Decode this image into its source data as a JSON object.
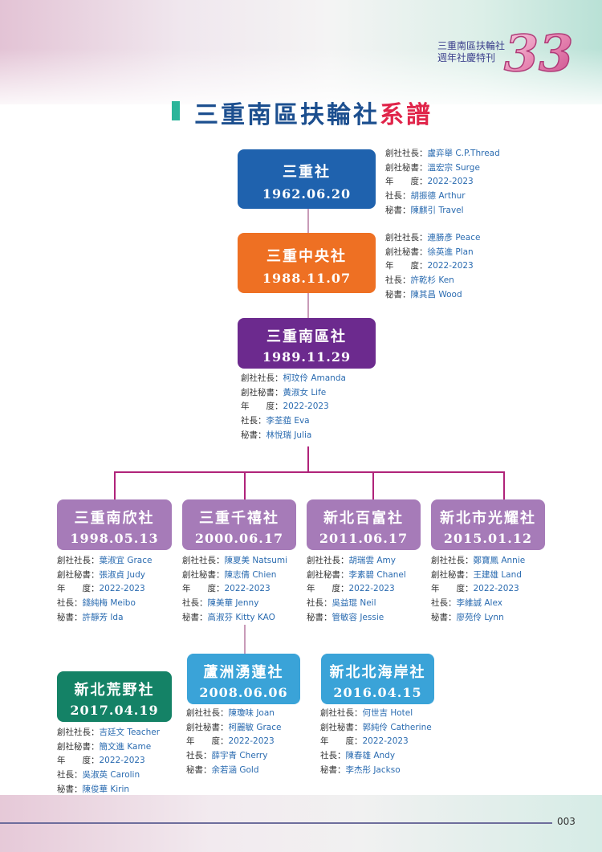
{
  "header": {
    "mag_line1": "三重南區扶輪社",
    "mag_line2": "週年社慶特刊",
    "anniversary": "33"
  },
  "title": {
    "main": "三重南區扶輪社",
    "accent": "系譜"
  },
  "labels": {
    "founder_pres": "創社社長：",
    "founder_sec": "創社秘書：",
    "year": "年　　度：",
    "pres": "社長：",
    "sec": "秘書："
  },
  "colors": {
    "sanchong": "#1f62ae",
    "central": "#ee7023",
    "south": "#6c2a8e",
    "child": "#a67bb8",
    "green": "#148266",
    "blue": "#3aa3d8"
  },
  "clubs": {
    "sanchong": {
      "name": "三重社",
      "date": "1962.06.20",
      "founder_pres": "盧弈舉 C.P.Thread",
      "founder_sec": "溫宏宗 Surge",
      "year": "2022-2023",
      "pres": "胡振德 Arthur",
      "sec": "陳麒引 Travel"
    },
    "central": {
      "name": "三重中央社",
      "date": "1988.11.07",
      "founder_pres": "連勝彥 Peace",
      "founder_sec": "徐英進 Plan",
      "year": "2022-2023",
      "pres": "許乾杉 Ken",
      "sec": "陳其昌 Wood"
    },
    "south": {
      "name": "三重南區社",
      "date": "1989.11.29",
      "founder_pres": "柯玟伶 Amanda",
      "founder_sec": "黃淑女 Life",
      "year": "2022-2023",
      "pres": "李荃莥 Eva",
      "sec": "林悅瑞 Julia"
    },
    "nanxin": {
      "name": "三重南欣社",
      "date": "1998.05.13",
      "founder_pres": "葉淑宜 Grace",
      "founder_sec": "張淑貞 Judy",
      "year": "2022-2023",
      "pres": "錢純梅 Meibo",
      "sec": "許靜芳 Ida"
    },
    "qianxi": {
      "name": "三重千禧社",
      "date": "2000.06.17",
      "founder_pres": "陳夏美 Natsumi",
      "founder_sec": "陳志倩 Chien",
      "year": "2022-2023",
      "pres": "陳美華 Jenny",
      "sec": "高淑芬 Kitty KAO"
    },
    "baifu": {
      "name": "新北百富社",
      "date": "2011.06.17",
      "founder_pres": "胡瑞雲 Amy",
      "founder_sec": "李素碧 Chanel",
      "year": "2022-2023",
      "pres": "吳益琨 Neil",
      "sec": "管敏容 Jessie"
    },
    "guangyao": {
      "name": "新北市光耀社",
      "date": "2015.01.12",
      "founder_pres": "鄭寶鳳 Annie",
      "founder_sec": "王建雄 Land",
      "year": "2022-2023",
      "pres": "李維誠 Alex",
      "sec": "廖苑伶 Lynn"
    },
    "huangye": {
      "name": "新北荒野社",
      "date": "2017.04.19",
      "founder_pres": "吉廷文 Teacher",
      "founder_sec": "簡文進 Kame",
      "year": "2022-2023",
      "pres": "吳淑英 Carolin",
      "sec": "陳俊華 Kirin"
    },
    "luzhou": {
      "name": "蘆洲湧蓮社",
      "date": "2008.06.06",
      "founder_pres": "陳瓊味 Joan",
      "founder_sec": "柯麗敏 Grace",
      "year": "2022-2023",
      "pres": "薛宇青 Cherry",
      "sec": "余若涵 Gold"
    },
    "haian": {
      "name": "新北北海岸社",
      "date": "2016.04.15",
      "founder_pres": "何世吉 Hotel",
      "founder_sec": "郭純伶 Catherine",
      "year": "2022-2023",
      "pres": "陳春雄 Andy",
      "sec": "李杰彤 Jackso"
    }
  },
  "footer": {
    "page": "003"
  }
}
